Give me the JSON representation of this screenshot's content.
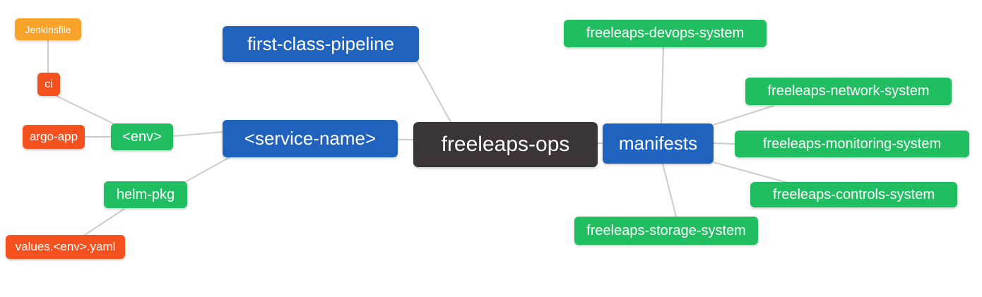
{
  "colors": {
    "blue": "#1F63BE",
    "green": "#21BE61",
    "red": "#F5511E",
    "orange": "#F9A32B",
    "dark": "#3B3536",
    "edge": "#CCCCCC",
    "background": "#FFFFFF",
    "text": "#FFFFFF"
  },
  "mindmap": {
    "root": "freeleaps_ops",
    "nodes": {
      "jenkinsfile": {
        "label": "Jenkinsfile",
        "color": "orange"
      },
      "ci": {
        "label": "ci",
        "color": "red"
      },
      "argo_app": {
        "label": "argo-app",
        "color": "red"
      },
      "env": {
        "label": "<env>",
        "color": "green"
      },
      "helm_pkg": {
        "label": "helm-pkg",
        "color": "green"
      },
      "values_env_yaml": {
        "label": "values.<env>.yaml",
        "color": "red"
      },
      "first_class_pipeline": {
        "label": "first-class-pipeline",
        "color": "blue"
      },
      "service_name": {
        "label": "<service-name>",
        "color": "blue"
      },
      "freeleaps_ops": {
        "label": "freeleaps-ops",
        "color": "dark"
      },
      "manifests": {
        "label": "manifests",
        "color": "blue"
      },
      "freeleaps_devops_system": {
        "label": "freeleaps-devops-system",
        "color": "green"
      },
      "freeleaps_network_system": {
        "label": "freeleaps-network-system",
        "color": "green"
      },
      "freeleaps_monitoring_system": {
        "label": "freeleaps-monitoring-system",
        "color": "green"
      },
      "freeleaps_controls_system": {
        "label": "freeleaps-controls-system",
        "color": "green"
      },
      "freeleaps_storage_system": {
        "label": "freeleaps-storage-system",
        "color": "green"
      }
    },
    "edges": [
      {
        "from": "jenkinsfile",
        "to": "ci"
      },
      {
        "from": "ci",
        "to": "env"
      },
      {
        "from": "argo_app",
        "to": "env"
      },
      {
        "from": "env",
        "to": "service_name"
      },
      {
        "from": "helm_pkg",
        "to": "service_name"
      },
      {
        "from": "values_env_yaml",
        "to": "helm_pkg"
      },
      {
        "from": "first_class_pipeline",
        "to": "freeleaps_ops"
      },
      {
        "from": "service_name",
        "to": "freeleaps_ops"
      },
      {
        "from": "freeleaps_ops",
        "to": "manifests"
      },
      {
        "from": "manifests",
        "to": "freeleaps_devops_system"
      },
      {
        "from": "manifests",
        "to": "freeleaps_network_system"
      },
      {
        "from": "manifests",
        "to": "freeleaps_monitoring_system"
      },
      {
        "from": "manifests",
        "to": "freeleaps_controls_system"
      },
      {
        "from": "manifests",
        "to": "freeleaps_storage_system"
      }
    ]
  }
}
